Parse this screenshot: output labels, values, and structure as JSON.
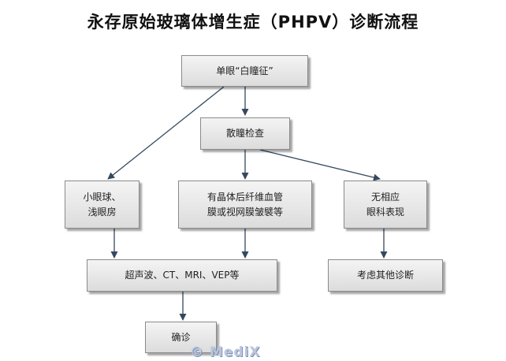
{
  "title": "永存原始玻璃体增生症（PHPV）诊断流程",
  "nodes": {
    "monocular": "单眼“白瞳征”",
    "dilate": "散瞳检查",
    "micro": "小眼球、\n浅眼房",
    "posterior": "有晶体后纤维血管\n膜或视网膜皱襞等",
    "none": "无相应\n眼科表现",
    "imaging": "超声波、CT、MRI、VEP等",
    "other": "考虑其他诊断",
    "confirm": "确诊"
  },
  "watermark": "© MediX",
  "colors": {
    "edge": "#34495e",
    "node_border": "#8a8a8a"
  }
}
